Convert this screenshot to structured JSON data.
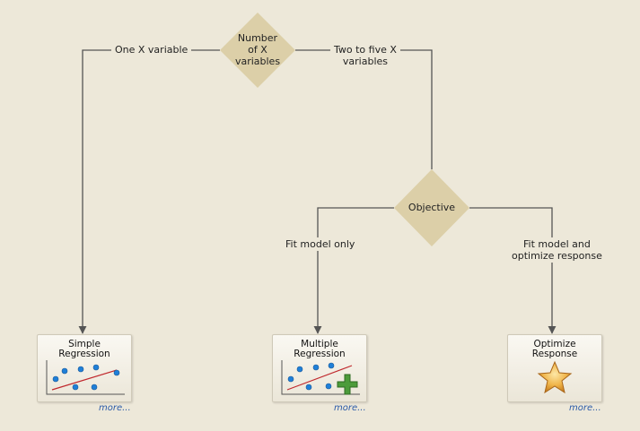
{
  "decision_x": {
    "text": "Number\nof X\nvariables"
  },
  "decision_objective": {
    "text": "Objective"
  },
  "edges": {
    "one_x": "One X variable",
    "two_to_five": "Two to five X\nvariables",
    "fit_only": "Fit model only",
    "fit_optimize": "Fit model and\noptimize response"
  },
  "cards": {
    "simple": {
      "title": "Simple\nRegression",
      "more": "more..."
    },
    "multiple": {
      "title": "Multiple\nRegression",
      "more": "more..."
    },
    "optimize": {
      "title": "Optimize\nResponse",
      "more": "more..."
    }
  },
  "colors": {
    "background": "#ede8d9",
    "diamond": "#dccfa8",
    "connector": "#555555",
    "dot": "#1f7fd8",
    "fit_line": "#c0282d",
    "plus": "#4c9b3a",
    "star": "#e8a23a",
    "link": "#2a5aa8"
  },
  "icons": {
    "simple": "scatter-plot-icon",
    "multiple": "scatter-plot-plus-icon",
    "optimize": "star-icon"
  }
}
